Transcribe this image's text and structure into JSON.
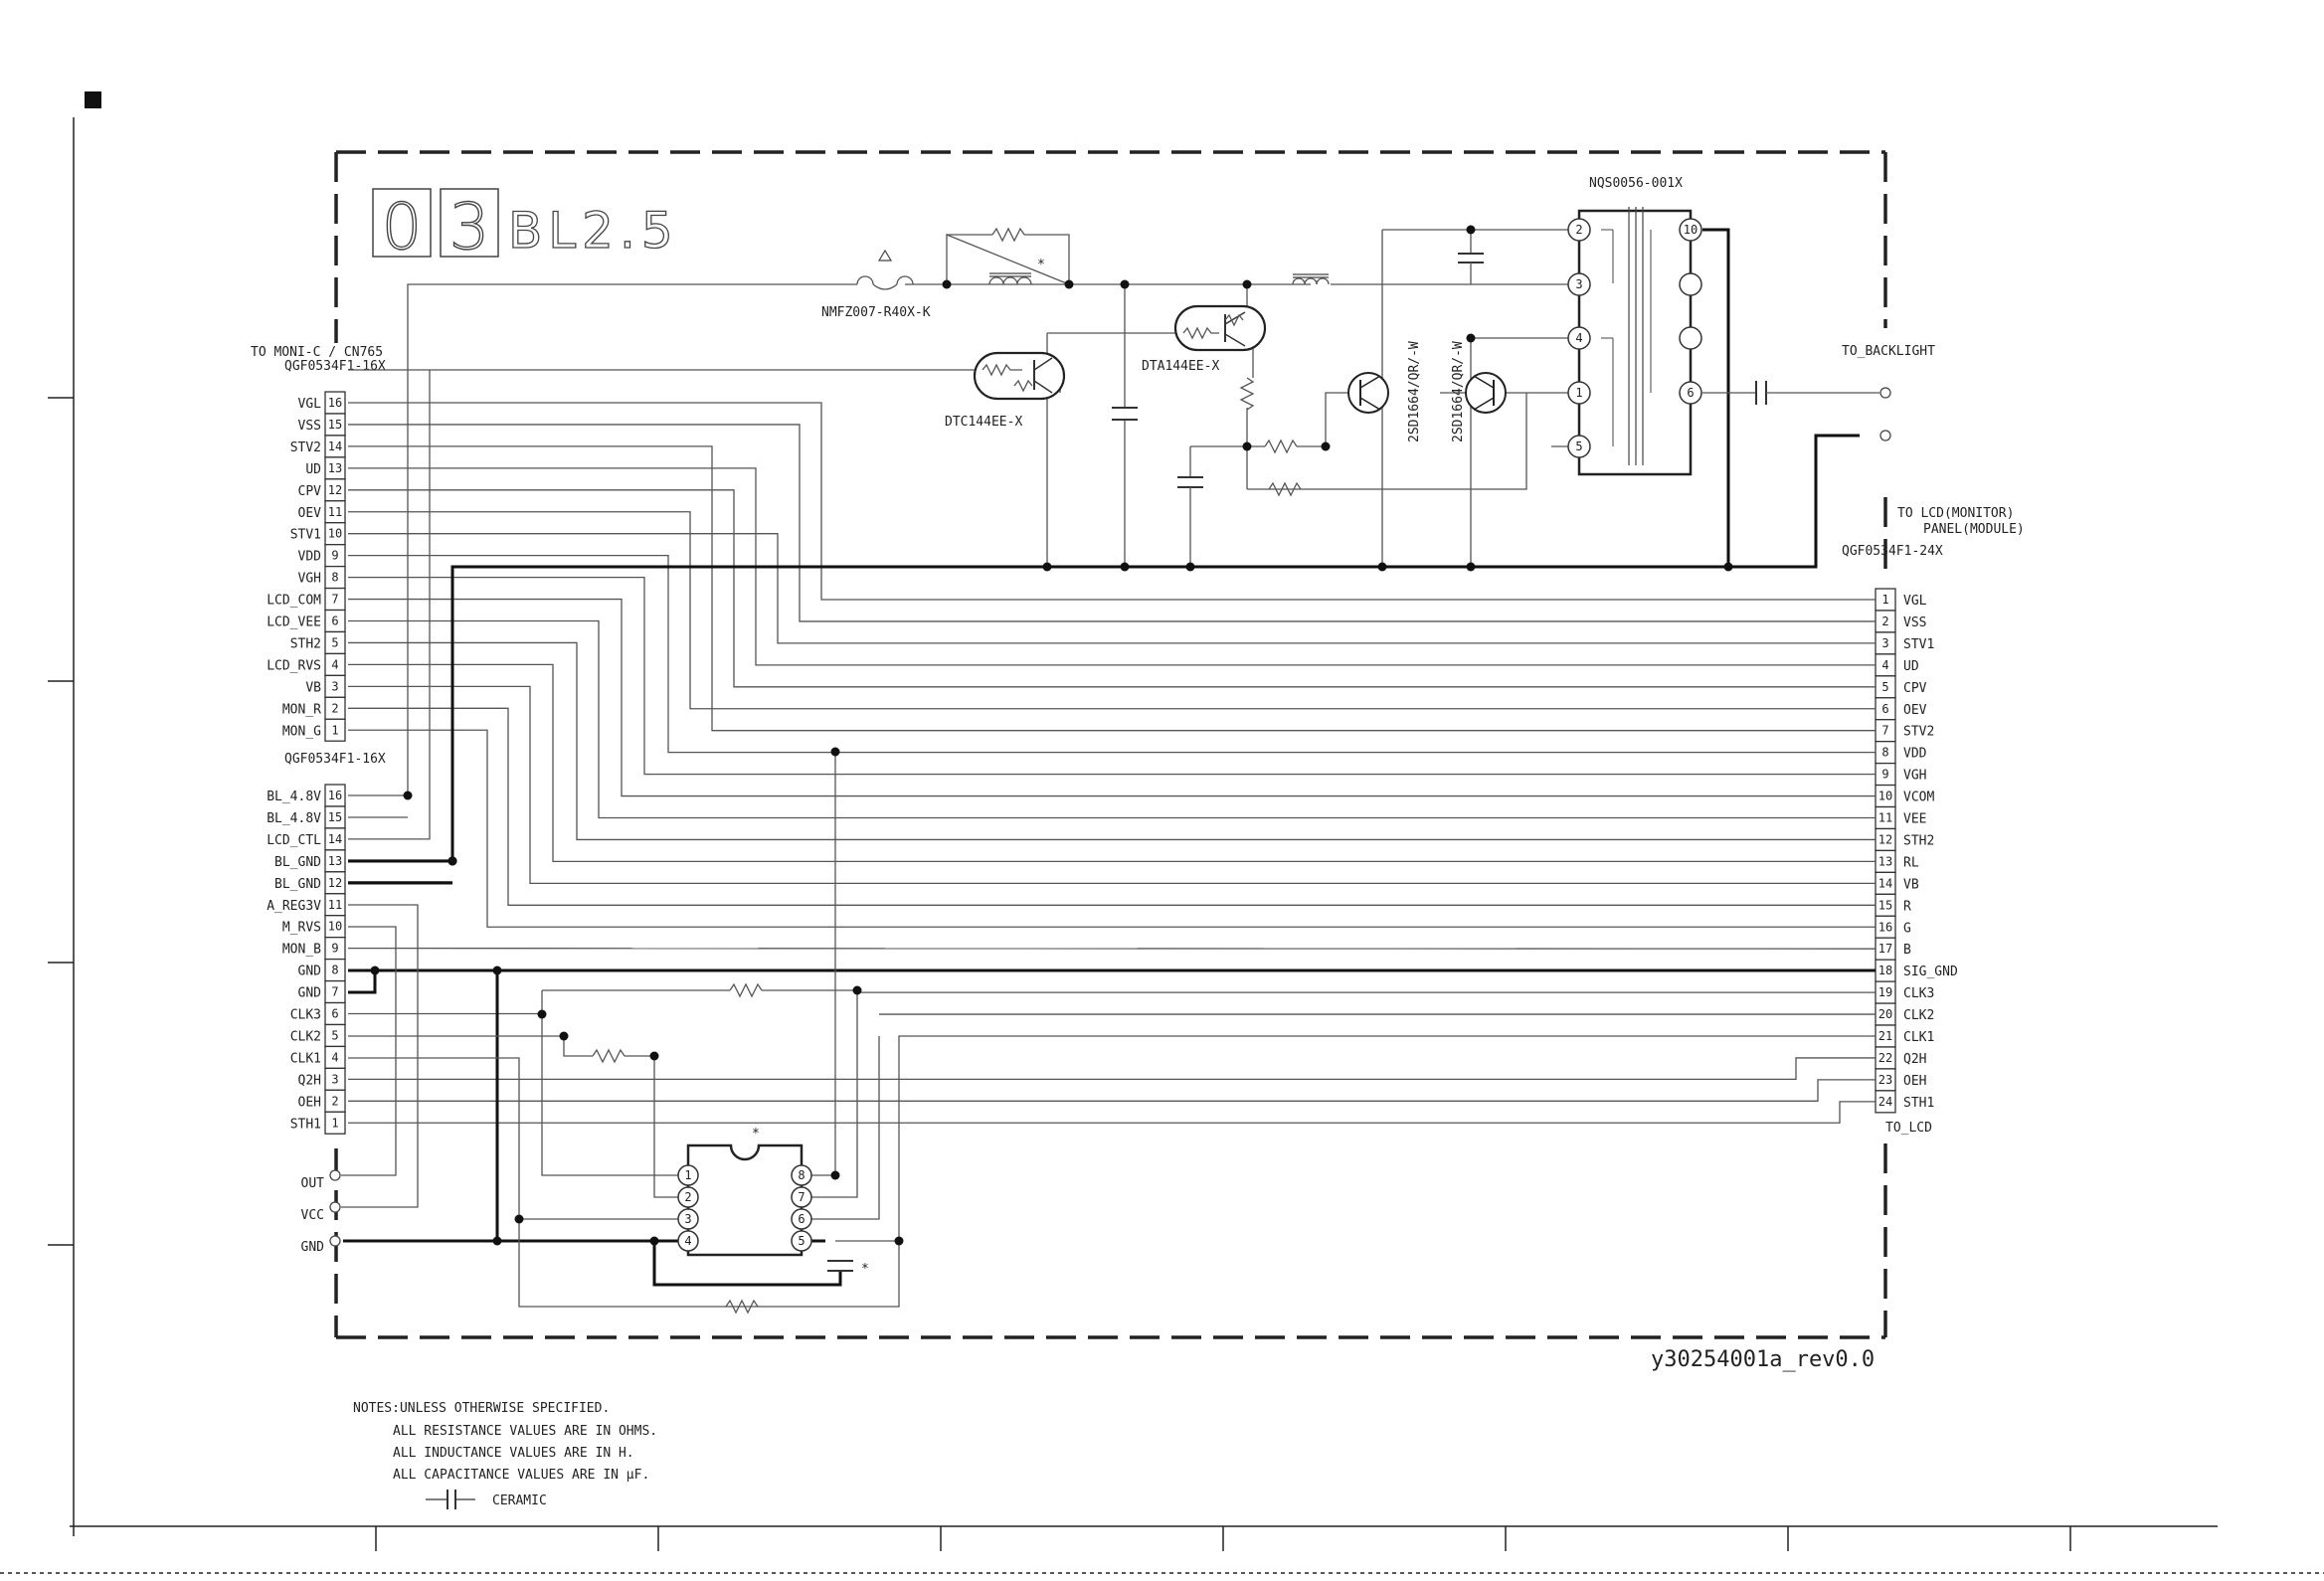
{
  "title": {
    "digit1": "0",
    "digit2": "3",
    "board": "BL2.5"
  },
  "connectors": {
    "left_top": {
      "header1": "TO MONI-C / CN765",
      "header2": "QGF0534F1-16X",
      "pins": [
        {
          "num": "16",
          "label": "VGL"
        },
        {
          "num": "15",
          "label": "VSS"
        },
        {
          "num": "14",
          "label": "STV2"
        },
        {
          "num": "13",
          "label": "UD"
        },
        {
          "num": "12",
          "label": "CPV"
        },
        {
          "num": "11",
          "label": "OEV"
        },
        {
          "num": "10",
          "label": "STV1"
        },
        {
          "num": "9",
          "label": "VDD"
        },
        {
          "num": "8",
          "label": "VGH"
        },
        {
          "num": "7",
          "label": "LCD_COM"
        },
        {
          "num": "6",
          "label": "LCD_VEE"
        },
        {
          "num": "5",
          "label": "STH2"
        },
        {
          "num": "4",
          "label": "LCD_RVS"
        },
        {
          "num": "3",
          "label": "VB"
        },
        {
          "num": "2",
          "label": "MON_R"
        },
        {
          "num": "1",
          "label": "MON_G"
        }
      ]
    },
    "left_bottom": {
      "header": "QGF0534F1-16X",
      "pins": [
        {
          "num": "16",
          "label": "BL_4.8V"
        },
        {
          "num": "15",
          "label": "BL_4.8V"
        },
        {
          "num": "14",
          "label": "LCD_CTL"
        },
        {
          "num": "13",
          "label": "BL_GND"
        },
        {
          "num": "12",
          "label": "BL_GND"
        },
        {
          "num": "11",
          "label": "A_REG3V"
        },
        {
          "num": "10",
          "label": "M_RVS"
        },
        {
          "num": "9",
          "label": "MON_B"
        },
        {
          "num": "8",
          "label": "GND"
        },
        {
          "num": "7",
          "label": "GND"
        },
        {
          "num": "6",
          "label": "CLK3"
        },
        {
          "num": "5",
          "label": "CLK2"
        },
        {
          "num": "4",
          "label": "CLK1"
        },
        {
          "num": "3",
          "label": "Q2H"
        },
        {
          "num": "2",
          "label": "OEH"
        },
        {
          "num": "1",
          "label": "STH1"
        }
      ]
    },
    "right": {
      "header1": "TO LCD(MONITOR)",
      "header2": "PANEL(MODULE)",
      "header3": "QGF0534F1-24X",
      "footer": "TO_LCD",
      "pins": [
        {
          "num": "1",
          "label": "VGL"
        },
        {
          "num": "2",
          "label": "VSS"
        },
        {
          "num": "3",
          "label": "STV1"
        },
        {
          "num": "4",
          "label": "UD"
        },
        {
          "num": "5",
          "label": "CPV"
        },
        {
          "num": "6",
          "label": "OEV"
        },
        {
          "num": "7",
          "label": "STV2"
        },
        {
          "num": "8",
          "label": "VDD"
        },
        {
          "num": "9",
          "label": "VGH"
        },
        {
          "num": "10",
          "label": "VCOM"
        },
        {
          "num": "11",
          "label": "VEE"
        },
        {
          "num": "12",
          "label": "STH2"
        },
        {
          "num": "13",
          "label": "RL"
        },
        {
          "num": "14",
          "label": "VB"
        },
        {
          "num": "15",
          "label": "R"
        },
        {
          "num": "16",
          "label": "G"
        },
        {
          "num": "17",
          "label": "B"
        },
        {
          "num": "18",
          "label": "SIG_GND"
        },
        {
          "num": "19",
          "label": "CLK3"
        },
        {
          "num": "20",
          "label": "CLK2"
        },
        {
          "num": "21",
          "label": "CLK1"
        },
        {
          "num": "22",
          "label": "Q2H"
        },
        {
          "num": "23",
          "label": "OEH"
        },
        {
          "num": "24",
          "label": "STH1"
        }
      ]
    }
  },
  "parts": {
    "fuse": "NMFZ007-R40X-K",
    "transformer": "NQS0056-001X",
    "dtc": "DTC144EE-X",
    "dta": "DTA144EE-X",
    "q1": "2SD1664/QR/-W",
    "q2": "2SD1664/QR/-W",
    "backlight": "TO_BACKLIGHT",
    "star": "*",
    "tx_pins": [
      "2",
      "3",
      "4",
      "1",
      "5",
      "10",
      "6"
    ],
    "ic_pins": [
      "1",
      "2",
      "3",
      "4",
      "8",
      "7",
      "6",
      "5"
    ]
  },
  "terminals": [
    "OUT",
    "VCC",
    "GND"
  ],
  "revision": "y30254001a_rev0.0",
  "notes": {
    "line1": "NOTES:UNLESS OTHERWISE SPECIFIED.",
    "line2": "ALL RESISTANCE VALUES ARE IN OHMS.",
    "line3": "ALL INDUCTANCE VALUES ARE IN H.",
    "line4": "ALL CAPACITANCE VALUES ARE IN μF.",
    "ceramic": "CERAMIC"
  }
}
